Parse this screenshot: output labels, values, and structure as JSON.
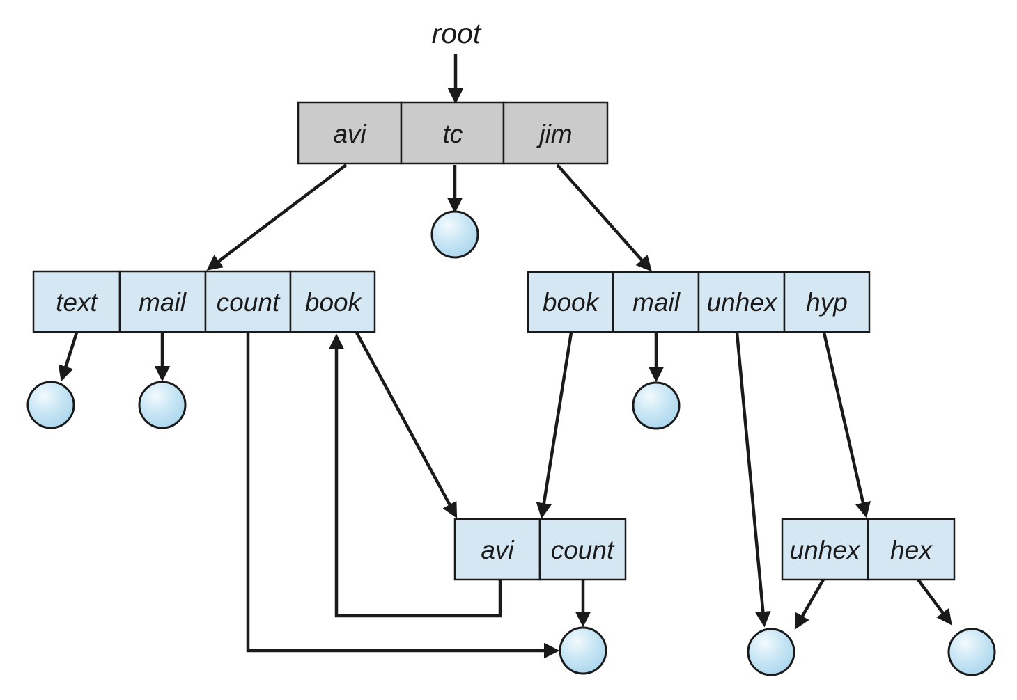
{
  "root_label": "root",
  "colors": {
    "background": "#ffffff",
    "line": "#1a1a1a",
    "border": "#1a1a1a",
    "root_dir_fill": "#cbcbcb",
    "dir_fill": "#d5e7f3",
    "file_hi": "#f2fafd",
    "file_mid": "#c9e6f5",
    "file_lo": "#a3d2ea",
    "text": "#1a1a1a"
  },
  "tables": {
    "root_dir": {
      "cells": [
        "avi",
        "tc",
        "jim"
      ]
    },
    "avi_dir": {
      "cells": [
        "text",
        "mail",
        "count",
        "book"
      ]
    },
    "jim_dir": {
      "cells": [
        "book",
        "mail",
        "unhex",
        "hyp"
      ]
    },
    "avi_count_dir": {
      "cells": [
        "avi",
        "count"
      ]
    },
    "unhex_hex_dir": {
      "cells": [
        "unhex",
        "hex"
      ]
    }
  },
  "files": [
    "tc-file",
    "text-file",
    "mail-file-left",
    "mail-file-right",
    "shared-count-file",
    "shared-unhex-file",
    "hex-file"
  ],
  "edges": [
    {
      "from": "root",
      "to": "root-directory"
    },
    {
      "from": "root-directory.avi",
      "to": "avi-directory"
    },
    {
      "from": "root-directory.tc",
      "to": "tc-file"
    },
    {
      "from": "root-directory.jim",
      "to": "jim-directory"
    },
    {
      "from": "avi-directory.text",
      "to": "text-file"
    },
    {
      "from": "avi-directory.mail",
      "to": "mail-file-left"
    },
    {
      "from": "avi-directory.count",
      "to": "shared-count-file"
    },
    {
      "from": "avi-directory.book",
      "to": "avi-count-directory"
    },
    {
      "from": "jim-directory.book",
      "to": "avi-count-directory"
    },
    {
      "from": "jim-directory.mail",
      "to": "mail-file-right"
    },
    {
      "from": "jim-directory.unhex",
      "to": "shared-unhex-file"
    },
    {
      "from": "jim-directory.hyp",
      "to": "unhex-hex-directory"
    },
    {
      "from": "avi-count-directory.avi",
      "to": "avi-directory"
    },
    {
      "from": "avi-count-directory.count",
      "to": "shared-count-file"
    },
    {
      "from": "unhex-hex-directory.unhex",
      "to": "shared-unhex-file"
    },
    {
      "from": "unhex-hex-directory.hex",
      "to": "hex-file"
    }
  ]
}
